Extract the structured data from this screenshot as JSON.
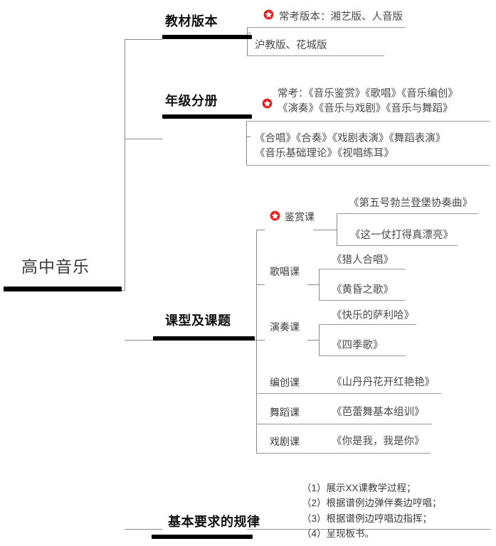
{
  "diagram": {
    "title": "高中音乐",
    "type": "mindmap",
    "root": {
      "label": "高中音乐"
    },
    "branches": [
      {
        "label": "教材版本",
        "items": [
          {
            "text": "常考版本：湘艺版、人音版",
            "starred": true
          },
          {
            "text": "沪教版、花城版",
            "starred": false
          }
        ]
      },
      {
        "label": "年级分册",
        "items": [
          {
            "text": "常考：《音乐鉴赏》《歌唱》《音乐编创》\n《演奏》《音乐与戏剧》《音乐与舞蹈》",
            "starred": true
          },
          {
            "text": "《合唱》《合奏》《戏剧表演》《舞蹈表演》\n《音乐基础理论》《视唱练耳》",
            "starred": false
          }
        ]
      },
      {
        "label": "课型及课题",
        "lessons": [
          {
            "kind": "鉴赏课",
            "starred": true,
            "topics": [
              "《第五号勃兰登堡协奏曲》",
              "《这一仗打得真漂亮》"
            ]
          },
          {
            "kind": "歌唱课",
            "starred": false,
            "topics": [
              "《猎人合唱》",
              "《黄昏之歌》"
            ]
          },
          {
            "kind": "演奏课",
            "starred": false,
            "topics": [
              "《快乐的萨利哈》",
              "《四季歌》"
            ]
          },
          {
            "kind": "编创课",
            "starred": false,
            "topics": [
              "《山丹丹花开红艳艳》"
            ]
          },
          {
            "kind": "舞蹈课",
            "starred": false,
            "topics": [
              "《芭蕾舞基本组训》"
            ]
          },
          {
            "kind": "戏剧课",
            "starred": false,
            "topics": [
              "《你是我，我是你》"
            ]
          }
        ]
      },
      {
        "label": "基本要求的规律",
        "items": [
          {
            "text": "（1）展示XX课教学过程；\n（2）根据谱例边弹伴奏边哼唱；\n（3）根据谱例边哼唱边指挥；\n（4）呈现板书。",
            "starred": false
          }
        ]
      }
    ],
    "icons": {
      "starred": "star-badge-icon"
    },
    "colors": {
      "star_fill": "#e8201f",
      "line": "#808080",
      "bar": "#000000",
      "text": "#3c3c3c",
      "label_text": "#111111",
      "background": "#ffffff"
    }
  }
}
